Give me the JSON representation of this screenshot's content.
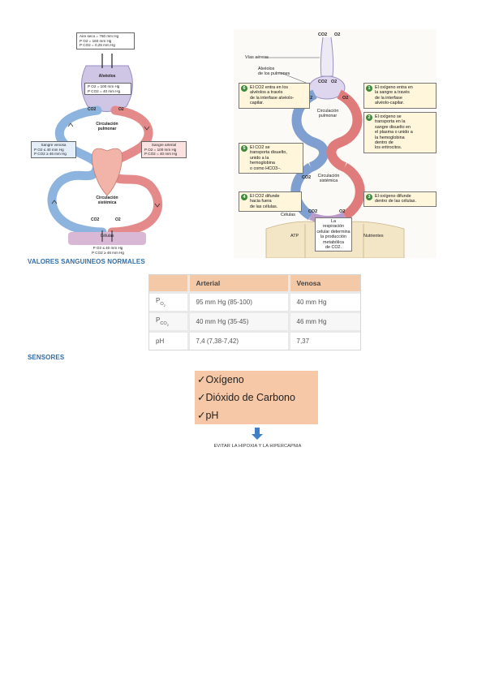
{
  "figure1": {
    "top_box": [
      "Aire seco = 760 mm Hg",
      "P O2 = 160 mm Hg",
      "P CO2 = 0,25 mm Hg"
    ],
    "alveolos_label": "Alvéolos",
    "alveolos_values": [
      "P O2 = 100 mm Hg",
      "P CO2 = 40 mm Hg"
    ],
    "o2": "O2",
    "co2": "CO2",
    "pulmonary_label": [
      "Circulación",
      "pulmonar"
    ],
    "venous_box": {
      "title": "Sangre venosa",
      "lines": [
        "P O2 ≤ 40 mm Hg",
        "P CO2 ≥ 46 mm Hg"
      ]
    },
    "arterial_box": {
      "title": "Sangre arterial",
      "lines": [
        "P O2 = 100 mm Hg",
        "P CO2 = 40 mm Hg"
      ]
    },
    "systemic_label": [
      "Circulación",
      "sistémica"
    ],
    "cells_label": "Células",
    "bottom_values": [
      "P O2 ≤ 40 mm Hg",
      "P CO2 ≥ 46 mm Hg"
    ]
  },
  "figure2": {
    "co2": "CO2",
    "o2": "O2",
    "airway_label": "Vías aéreas",
    "alveoli_label": [
      "Alvéolos",
      "de los pulmones"
    ],
    "pulmonary_label": [
      "Circulación",
      "pulmonar"
    ],
    "systemic_label": [
      "Circulación",
      "sistémica"
    ],
    "cells_label": "Células",
    "atp_label": "ATP",
    "nutrients_label": "Nutrientes",
    "center_note": [
      "La",
      "respiración",
      "celular determina",
      "la producción",
      "metabólica",
      "de CO2."
    ],
    "notes": [
      {
        "n": "1",
        "lines": [
          "El oxígeno entra en",
          "la sangre a través",
          "de la interfase",
          "alvéolo-capilar."
        ]
      },
      {
        "n": "2",
        "lines": [
          "El oxígeno se",
          "transporta en la",
          "sangre disuelto en",
          "el plasma o unido a",
          "la hemoglobina",
          "dentro de",
          "los eritrocitos."
        ]
      },
      {
        "n": "3",
        "lines": [
          "El oxígeno difunde",
          "dentro de las células."
        ]
      },
      {
        "n": "4",
        "lines": [
          "El CO2 difunde",
          "hacia fuera",
          "de las células."
        ]
      },
      {
        "n": "5",
        "lines": [
          "El CO2 se",
          "transporta disuelto,",
          "unido a la",
          "hemoglobina",
          "o como HCO3−."
        ]
      },
      {
        "n": "6",
        "lines": [
          "El CO2 entra en los",
          "alvéolos a través",
          "de la interfase alvéolo-",
          "capilar."
        ]
      }
    ]
  },
  "section1_title": "VALORES SANGUINEOS NORMALES",
  "table": {
    "headers": [
      "",
      "Arterial",
      "Venosa"
    ],
    "rows": [
      {
        "param": "PO2",
        "arterial": "95  mm  Hg (85-100)",
        "venosa": "40  mm  Hg"
      },
      {
        "param": "PCO2",
        "arterial": "40  mm  Hg (35-45)",
        "venosa": "46  mm  Hg"
      },
      {
        "param": "pH",
        "arterial": "7,4 (7,38-7,42)",
        "venosa": "7,37"
      }
    ]
  },
  "section2_title": "SENSORES",
  "sensors": [
    "✓Oxígeno",
    "✓Dióxido de Carbono",
    "✓pH"
  ],
  "goal": "EVITAR LA HIPOXIA Y LA HIPERCAPNIA",
  "colors": {
    "heading": "#2f6fad",
    "sensor_bg": "#f6c8a7",
    "table_header": "#f4c9a8",
    "arrow": "#3f7fc7",
    "venous": "#8db4de",
    "arterial": "#e58a8a"
  }
}
